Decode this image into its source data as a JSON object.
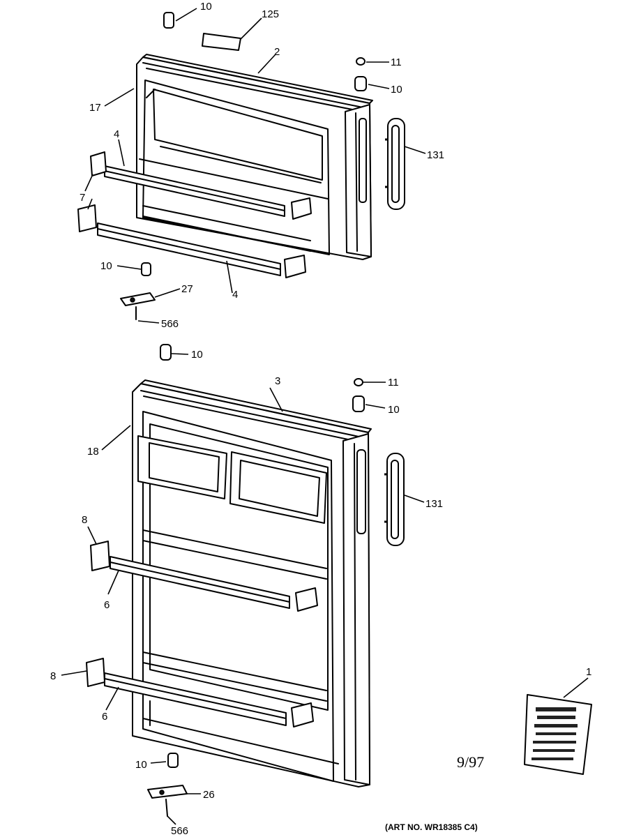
{
  "header_fragment": "",
  "date_code": "9/97",
  "art_number": "(ART NO. WR18385 C4)",
  "callouts": {
    "c10_top": "10",
    "c125": "125",
    "c2": "2",
    "c11_upper": "11",
    "c10_upper_right": "10",
    "c17": "17",
    "c4_upper": "4",
    "c131_upper": "131",
    "c7": "7",
    "c10_upper_left": "10",
    "c27": "27",
    "c4_lower": "4",
    "c566_upper": "566",
    "c10_mid": "10",
    "c3": "3",
    "c11_lower": "11",
    "c10_lower_right": "10",
    "c18": "18",
    "c131_lower": "131",
    "c8_upper": "8",
    "c6_upper": "6",
    "c8_lower": "8",
    "c6_lower": "6",
    "c1": "1",
    "c10_bottom": "10",
    "c26": "26",
    "c566_lower": "566"
  },
  "parts": [
    {
      "id": "door-freezer",
      "callout": "2"
    },
    {
      "id": "door-fresh-food",
      "callout": "3"
    },
    {
      "id": "handle-freezer",
      "callout": "131"
    },
    {
      "id": "handle-fresh-food",
      "callout": "131"
    },
    {
      "id": "data-plate",
      "callout": "1"
    }
  ]
}
